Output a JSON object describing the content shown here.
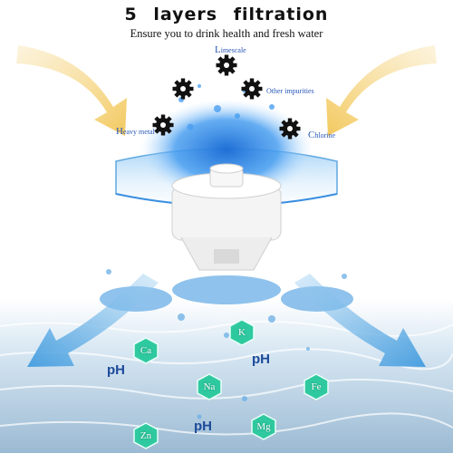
{
  "header": {
    "title": "5 layers filtration",
    "subtitle": "Ensure you to drink health and fresh water"
  },
  "impurities": [
    {
      "id": "limescale",
      "cap": "L",
      "rest": "imescale"
    },
    {
      "id": "other-impurities",
      "cap": "",
      "rest": "Other impurities"
    },
    {
      "id": "heavy-metal",
      "cap": "H",
      "rest": "eavy metal"
    },
    {
      "id": "chlorine",
      "cap": "C",
      "rest": "hlorine"
    }
  ],
  "minerals": [
    "Ca",
    "K",
    "Na",
    "Fe",
    "Zn",
    "Mg"
  ],
  "ph_labels": [
    "pH",
    "pH",
    "pH"
  ],
  "icons": {
    "impurity": "gear-icon",
    "mineral": "hexagon-icon",
    "flow": "arrow-icon"
  },
  "colors": {
    "arrow_in": "#f6d98e",
    "arrow_out": "#6cb5e6",
    "water": "#3b8fe0",
    "gear": "#111111",
    "mineral": "#2fc9a0",
    "label_blue": "#2a58b8",
    "ph_blue": "#1d4a9a"
  }
}
